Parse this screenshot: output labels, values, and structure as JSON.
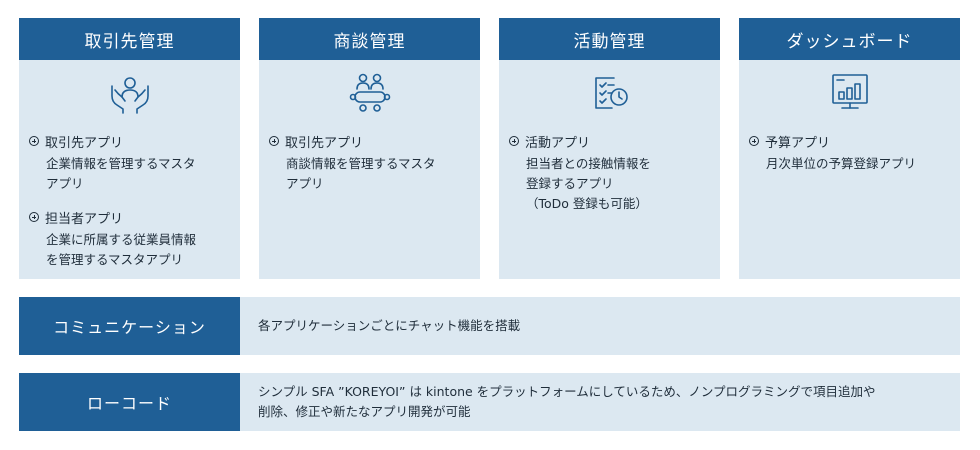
{
  "columns": [
    {
      "title": "取引先管理",
      "icon": "hands-person-icon",
      "apps": [
        {
          "title": "取引先アプリ",
          "desc": "企業情報を管理するマスタ\nアプリ"
        },
        {
          "title": "担当者アプリ",
          "desc": "企業に所属する従業員情報\nを管理するマスタアプリ"
        }
      ]
    },
    {
      "title": "商談管理",
      "icon": "meeting-people-icon",
      "apps": [
        {
          "title": "取引先アプリ",
          "desc": "商談情報を管理するマスタ\nアプリ"
        }
      ]
    },
    {
      "title": "活動管理",
      "icon": "checklist-clock-icon",
      "apps": [
        {
          "title": "活動アプリ",
          "desc": "担当者との接触情報を\n登録するアプリ\n（ToDo 登録も可能）"
        }
      ]
    },
    {
      "title": "ダッシュボード",
      "icon": "monitor-chart-icon",
      "apps": [
        {
          "title": "予算アプリ",
          "desc": "月次単位の予算登録アプリ"
        }
      ]
    }
  ],
  "rows": [
    {
      "title": "コミュニケーション",
      "desc": "各アプリケーションごとにチャット機能を搭載"
    },
    {
      "title": "ローコード",
      "desc": "シンプル SFA ”KOREYOI” は kintone をプラットフォームにしているため、ノンプログラミングで項目追加や\n削除、修正や新たなアプリ開発が可能"
    }
  ],
  "colors": {
    "header": "#1f5f96",
    "panel": "#dce8f1",
    "text": "#1f2d3a"
  }
}
